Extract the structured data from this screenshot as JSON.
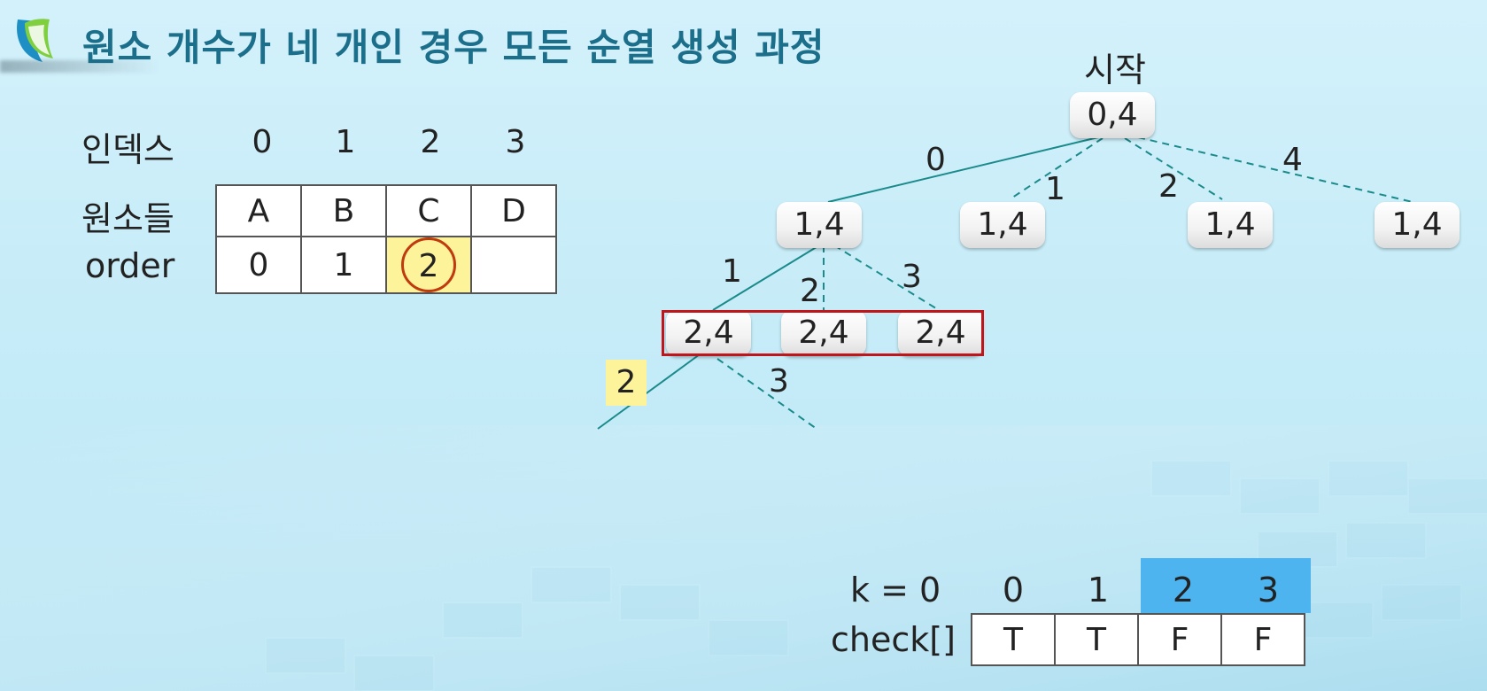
{
  "title": "원소 개수가 네 개인 경우 모든 순열 생성 과정",
  "left_panel": {
    "index_label": "인덱스",
    "indices": [
      "0",
      "1",
      "2",
      "3"
    ],
    "elements_label": "원소들",
    "elements": [
      "A",
      "B",
      "C",
      "D"
    ],
    "order_label": "order",
    "order": [
      "0",
      "1",
      "2",
      ""
    ]
  },
  "tree": {
    "start_label": "시작",
    "root": "0,4",
    "level1_nodes": [
      "1,4",
      "1,4",
      "1,4",
      "1,4"
    ],
    "level1_edges": [
      "0",
      "1",
      "2",
      "4"
    ],
    "level2_nodes": [
      "2,4",
      "2,4",
      "2,4"
    ],
    "level2_edges": [
      "1",
      "2",
      "3"
    ],
    "level3_edges": [
      "2",
      "3"
    ]
  },
  "check_panel": {
    "k_label": "k = 0",
    "check_label": "check[]",
    "indices": [
      "0",
      "1",
      "2",
      "3"
    ],
    "values": [
      "T",
      "T",
      "F",
      "F"
    ],
    "highlight_color": "#4db4f0"
  },
  "colors": {
    "title": "#1b6f8a",
    "edge": "#1a8a8a",
    "highlight_yellow": "#fdf39a",
    "circle": "#c03a10",
    "red_box": "#c0161b"
  }
}
